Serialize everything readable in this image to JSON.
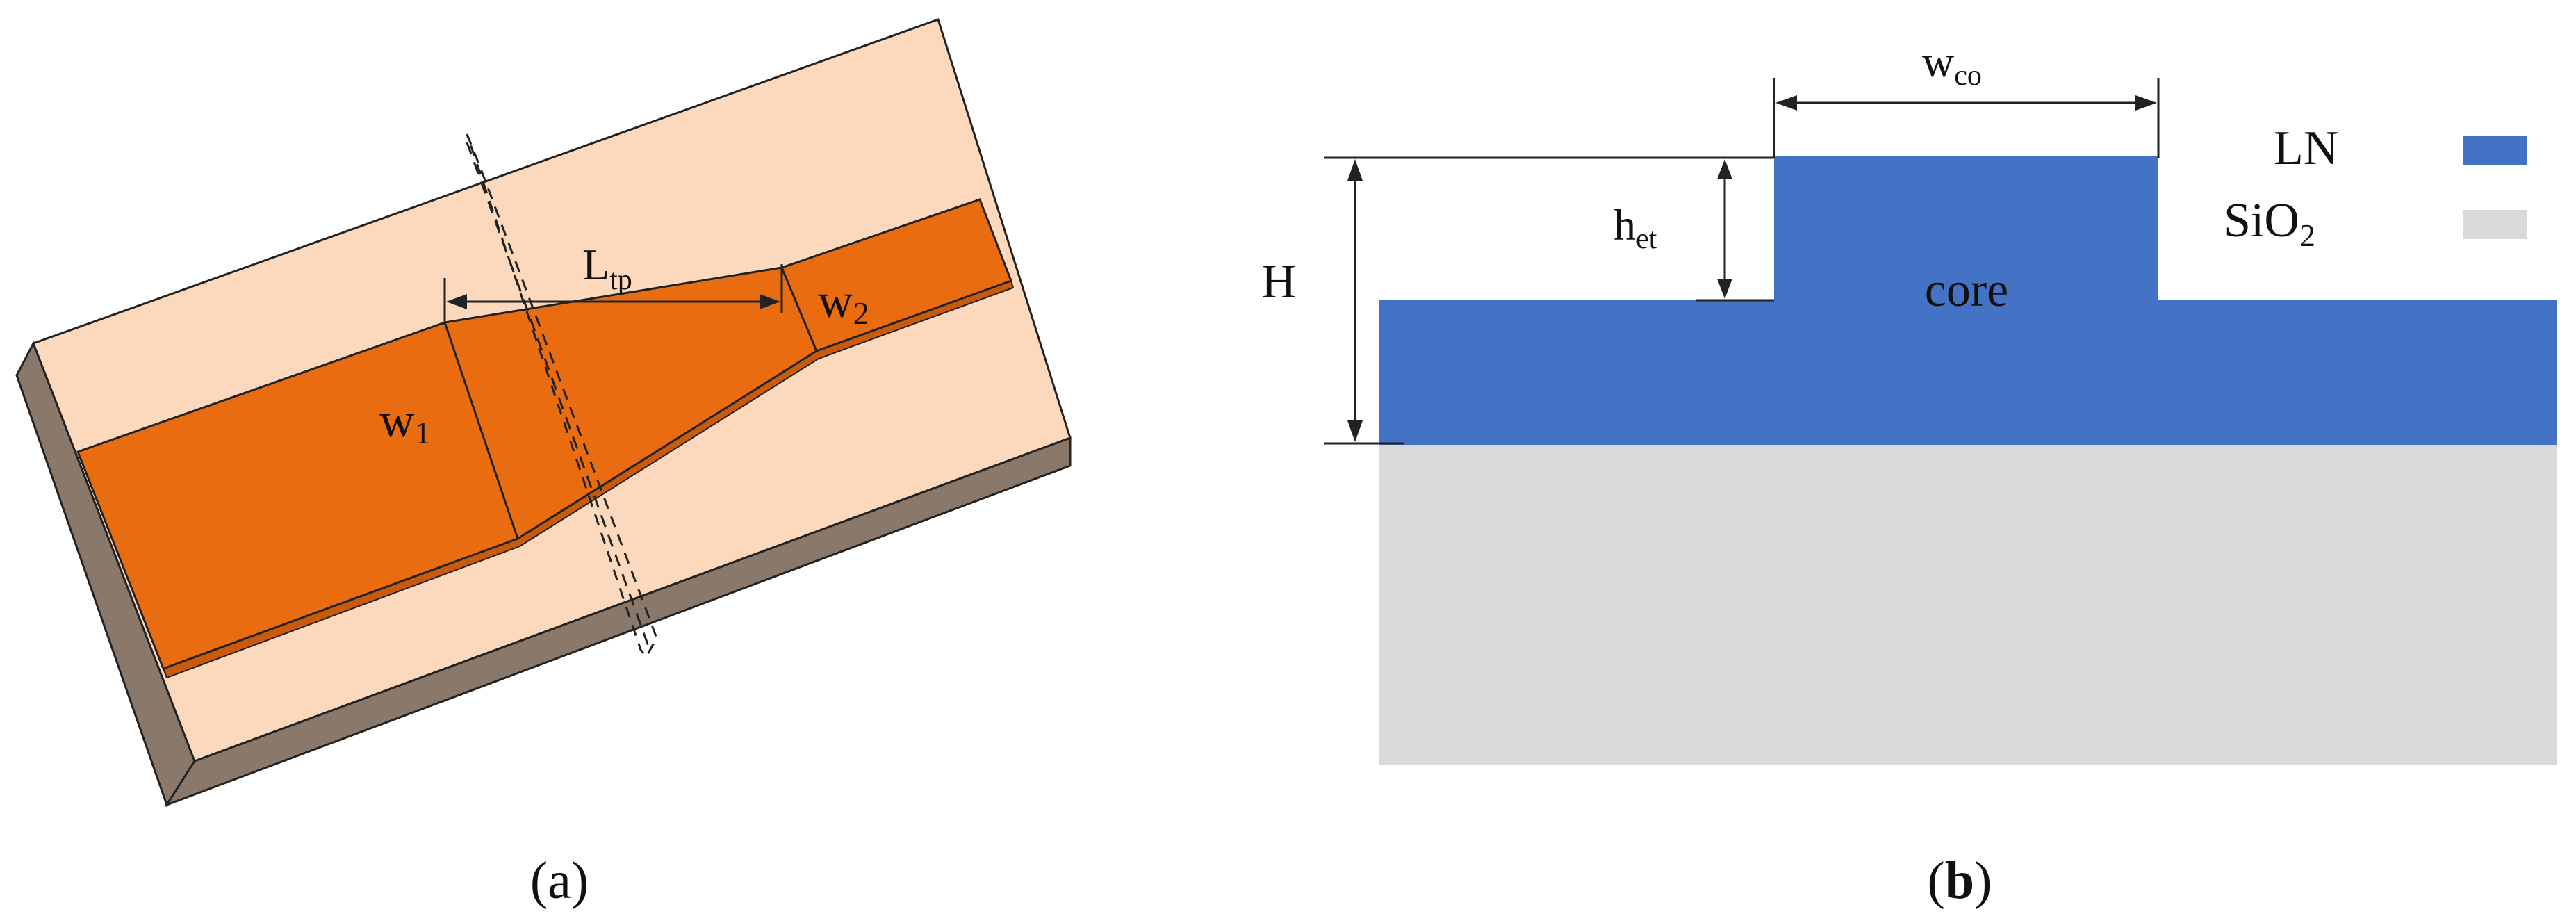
{
  "panel_a": {
    "caption_open": "(",
    "caption_letter": "a",
    "caption_close": ")",
    "labels": {
      "ltp_main": "L",
      "ltp_sub": "tp",
      "w1_main": "w",
      "w1_sub": "1",
      "w2_main": "w",
      "w2_sub": "2"
    },
    "colors": {
      "substrate_top": "#fcd9bd",
      "substrate_side": "#8a786b",
      "waveguide_top": "#e96d10",
      "waveguide_side": "#c85a0a"
    }
  },
  "panel_b": {
    "caption_open": "(",
    "caption_letter": "b",
    "caption_close": ")",
    "labels": {
      "wco_main": "w",
      "wco_sub": "co",
      "het_main": "h",
      "het_sub": "et",
      "H": "H",
      "core": "core"
    },
    "legend": [
      {
        "text_main": "LN",
        "text_sub": "",
        "text_tail": "",
        "color": "#4472c4"
      },
      {
        "text_main": "SiO",
        "text_sub": "2",
        "text_tail": "",
        "color": "#d9d9d9"
      }
    ],
    "colors": {
      "ln": "#4472c4",
      "sio2": "#d9d9d9"
    }
  }
}
